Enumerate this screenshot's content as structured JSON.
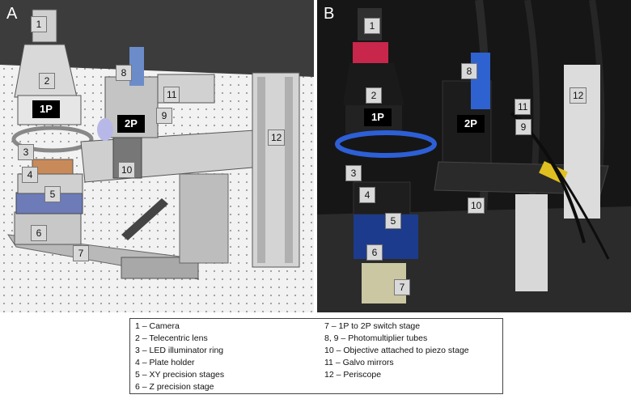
{
  "panels": {
    "a": {
      "letter": "A"
    },
    "b": {
      "letter": "B"
    }
  },
  "callouts": {
    "a": [
      "1",
      "2",
      "3",
      "4",
      "5",
      "6",
      "7",
      "8",
      "9",
      "10",
      "11",
      "12"
    ],
    "b": [
      "1",
      "2",
      "3",
      "4",
      "5",
      "6",
      "7",
      "8",
      "9",
      "10",
      "11",
      "12"
    ]
  },
  "mode_tags": {
    "one_photon": "1P",
    "two_photon": "2P"
  },
  "legend": {
    "left": [
      "1 – Camera",
      "2 – Telecentric lens",
      "3 – LED illuminator ring",
      "4 – Plate holder",
      "5 – XY precision stages",
      "6 – Z precision stage"
    ],
    "right": [
      "7 – 1P to 2P switch stage",
      "8, 9 – Photomultiplier tubes",
      "10 – Objective attached to piezo stage",
      "11 – Galvo mirrors",
      "12 – Periscope"
    ]
  }
}
